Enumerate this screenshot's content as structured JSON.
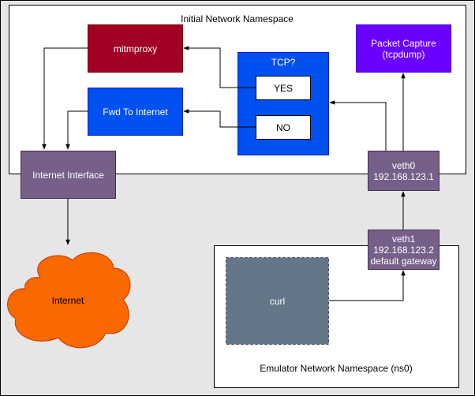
{
  "regions": {
    "initial": {
      "label": "Initial Network Namespace"
    },
    "emulator": {
      "label": "Emulator Network Namespace (ns0)"
    }
  },
  "nodes": {
    "mitmproxy": {
      "label": "mitmproxy",
      "fill": "#a20025"
    },
    "fwd": {
      "label": "Fwd To Internet",
      "fill": "#0050ef"
    },
    "tcp": {
      "label": "TCP?",
      "fill": "#0050ef"
    },
    "yes": {
      "label": "YES"
    },
    "no": {
      "label": "NO"
    },
    "capture": {
      "label": "Packet Capture\n(tcpdump)",
      "fill": "#6a00ff"
    },
    "internet_iface": {
      "label": "Internet Interface",
      "fill": "#76608a"
    },
    "veth0": {
      "label": "veth0\n192.168.123.1",
      "fill": "#76608a"
    },
    "veth1": {
      "label": "veth1\n192.168.123.2\ndefault gateway",
      "fill": "#76608a"
    },
    "internet": {
      "label": "Internet",
      "fill": "#fa6800"
    },
    "curl": {
      "label": "curl",
      "fill": "#647687"
    }
  },
  "colors": {
    "outer_background": "#e6e6e6",
    "edge": "#000000",
    "node_border": "#432d57"
  }
}
